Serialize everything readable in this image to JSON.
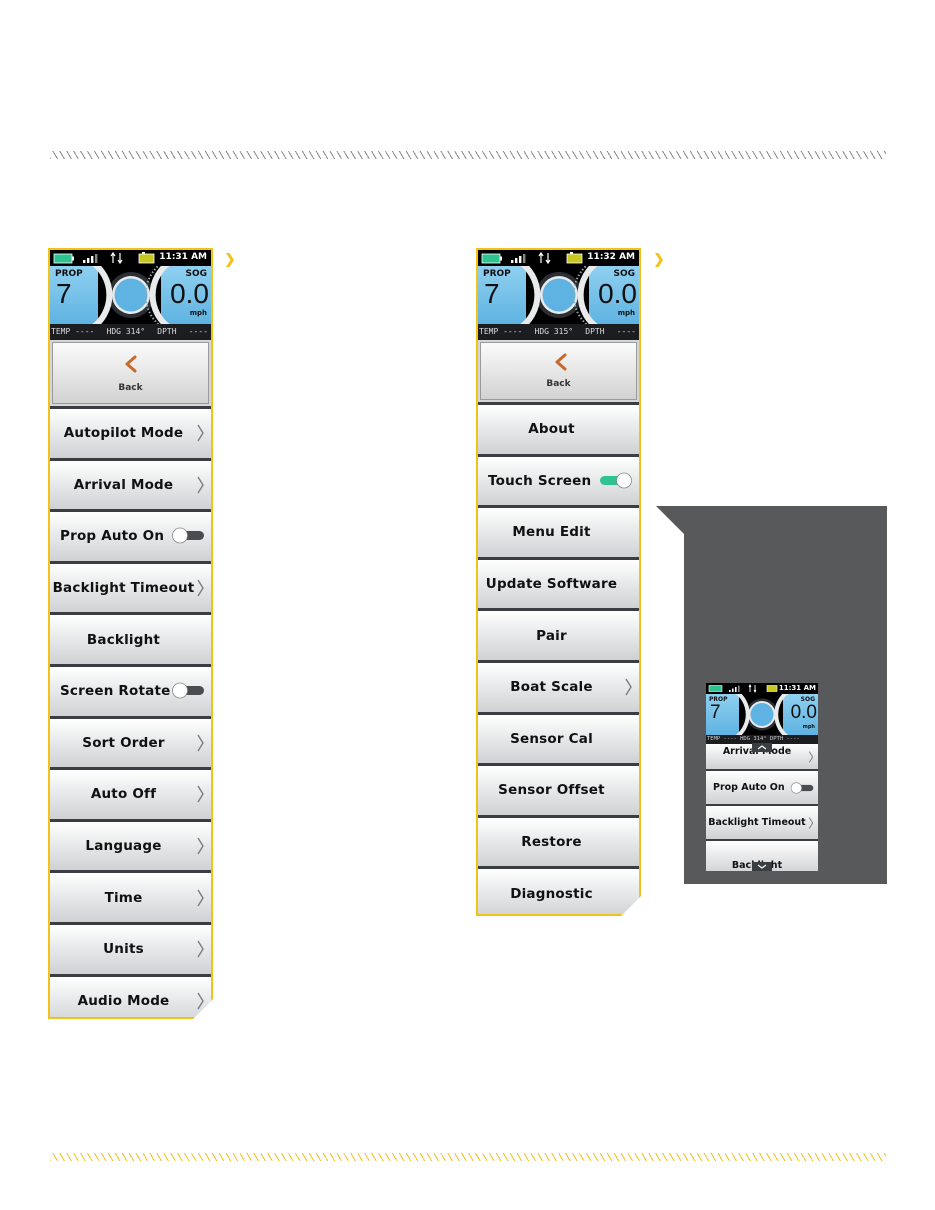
{
  "colors": {
    "accent_yellow": "#f2c21a",
    "back_arrow": "#c8692a",
    "toggle_on": "#2fc38f",
    "inset_bg": "#58595b"
  },
  "device_left": {
    "status_time": "11:31 AM",
    "prop_label": "PROP",
    "prop_value": "7",
    "sog_label": "SOG",
    "sog_value": "0.0",
    "sog_unit": "mph",
    "info_temp": "TEMP ----",
    "info_hdg": "HDG 314°",
    "info_dpth": "DPTH",
    "info_dpth_val": "----",
    "back_label": "Back",
    "items": [
      {
        "label": "Autopilot Mode",
        "control": "chevron"
      },
      {
        "label": "Arrival Mode",
        "control": "chevron"
      },
      {
        "label": "Prop Auto On",
        "control": "toggle-off"
      },
      {
        "label": "Backlight Timeout",
        "control": "chevron"
      },
      {
        "label": "Backlight",
        "control": "none"
      },
      {
        "label": "Screen Rotate",
        "control": "toggle-off"
      },
      {
        "label": "Sort Order",
        "control": "chevron"
      },
      {
        "label": "Auto Off",
        "control": "chevron"
      },
      {
        "label": "Language",
        "control": "chevron"
      },
      {
        "label": "Time",
        "control": "chevron"
      },
      {
        "label": "Units",
        "control": "chevron"
      },
      {
        "label": "Audio Mode",
        "control": "chevron"
      }
    ]
  },
  "device_right": {
    "status_time": "11:32 AM",
    "prop_label": "PROP",
    "prop_value": "7",
    "sog_label": "SOG",
    "sog_value": "0.0",
    "sog_unit": "mph",
    "info_temp": "TEMP ----",
    "info_hdg": "HDG 315°",
    "info_dpth": "DPTH",
    "info_dpth_val": "----",
    "back_label": "Back",
    "items": [
      {
        "label": "About",
        "control": "none"
      },
      {
        "label": "Touch Screen",
        "control": "toggle-on"
      },
      {
        "label": "Menu Edit",
        "control": "none"
      },
      {
        "label": "Update Software",
        "control": "none"
      },
      {
        "label": "Pair",
        "control": "none"
      },
      {
        "label": "Boat Scale",
        "control": "chevron"
      },
      {
        "label": "Sensor Cal",
        "control": "none"
      },
      {
        "label": "Sensor Offset",
        "control": "none"
      },
      {
        "label": "Restore",
        "control": "none"
      },
      {
        "label": "Diagnostic",
        "control": "none"
      }
    ]
  },
  "inset": {
    "status_time": "11:31 AM",
    "prop_label": "PROP",
    "prop_value": "7",
    "sog_label": "SOG",
    "sog_value": "0.0",
    "sog_unit": "mph",
    "info": "TEMP ----   HDG 314°  DPTH   ----",
    "items": [
      {
        "label": "Arrival Mode",
        "control": "chevron"
      },
      {
        "label": "Prop Auto On",
        "control": "toggle-off"
      },
      {
        "label": "Backlight Timeout",
        "control": "chevron"
      },
      {
        "label": "Backlight",
        "control": "none"
      }
    ]
  }
}
